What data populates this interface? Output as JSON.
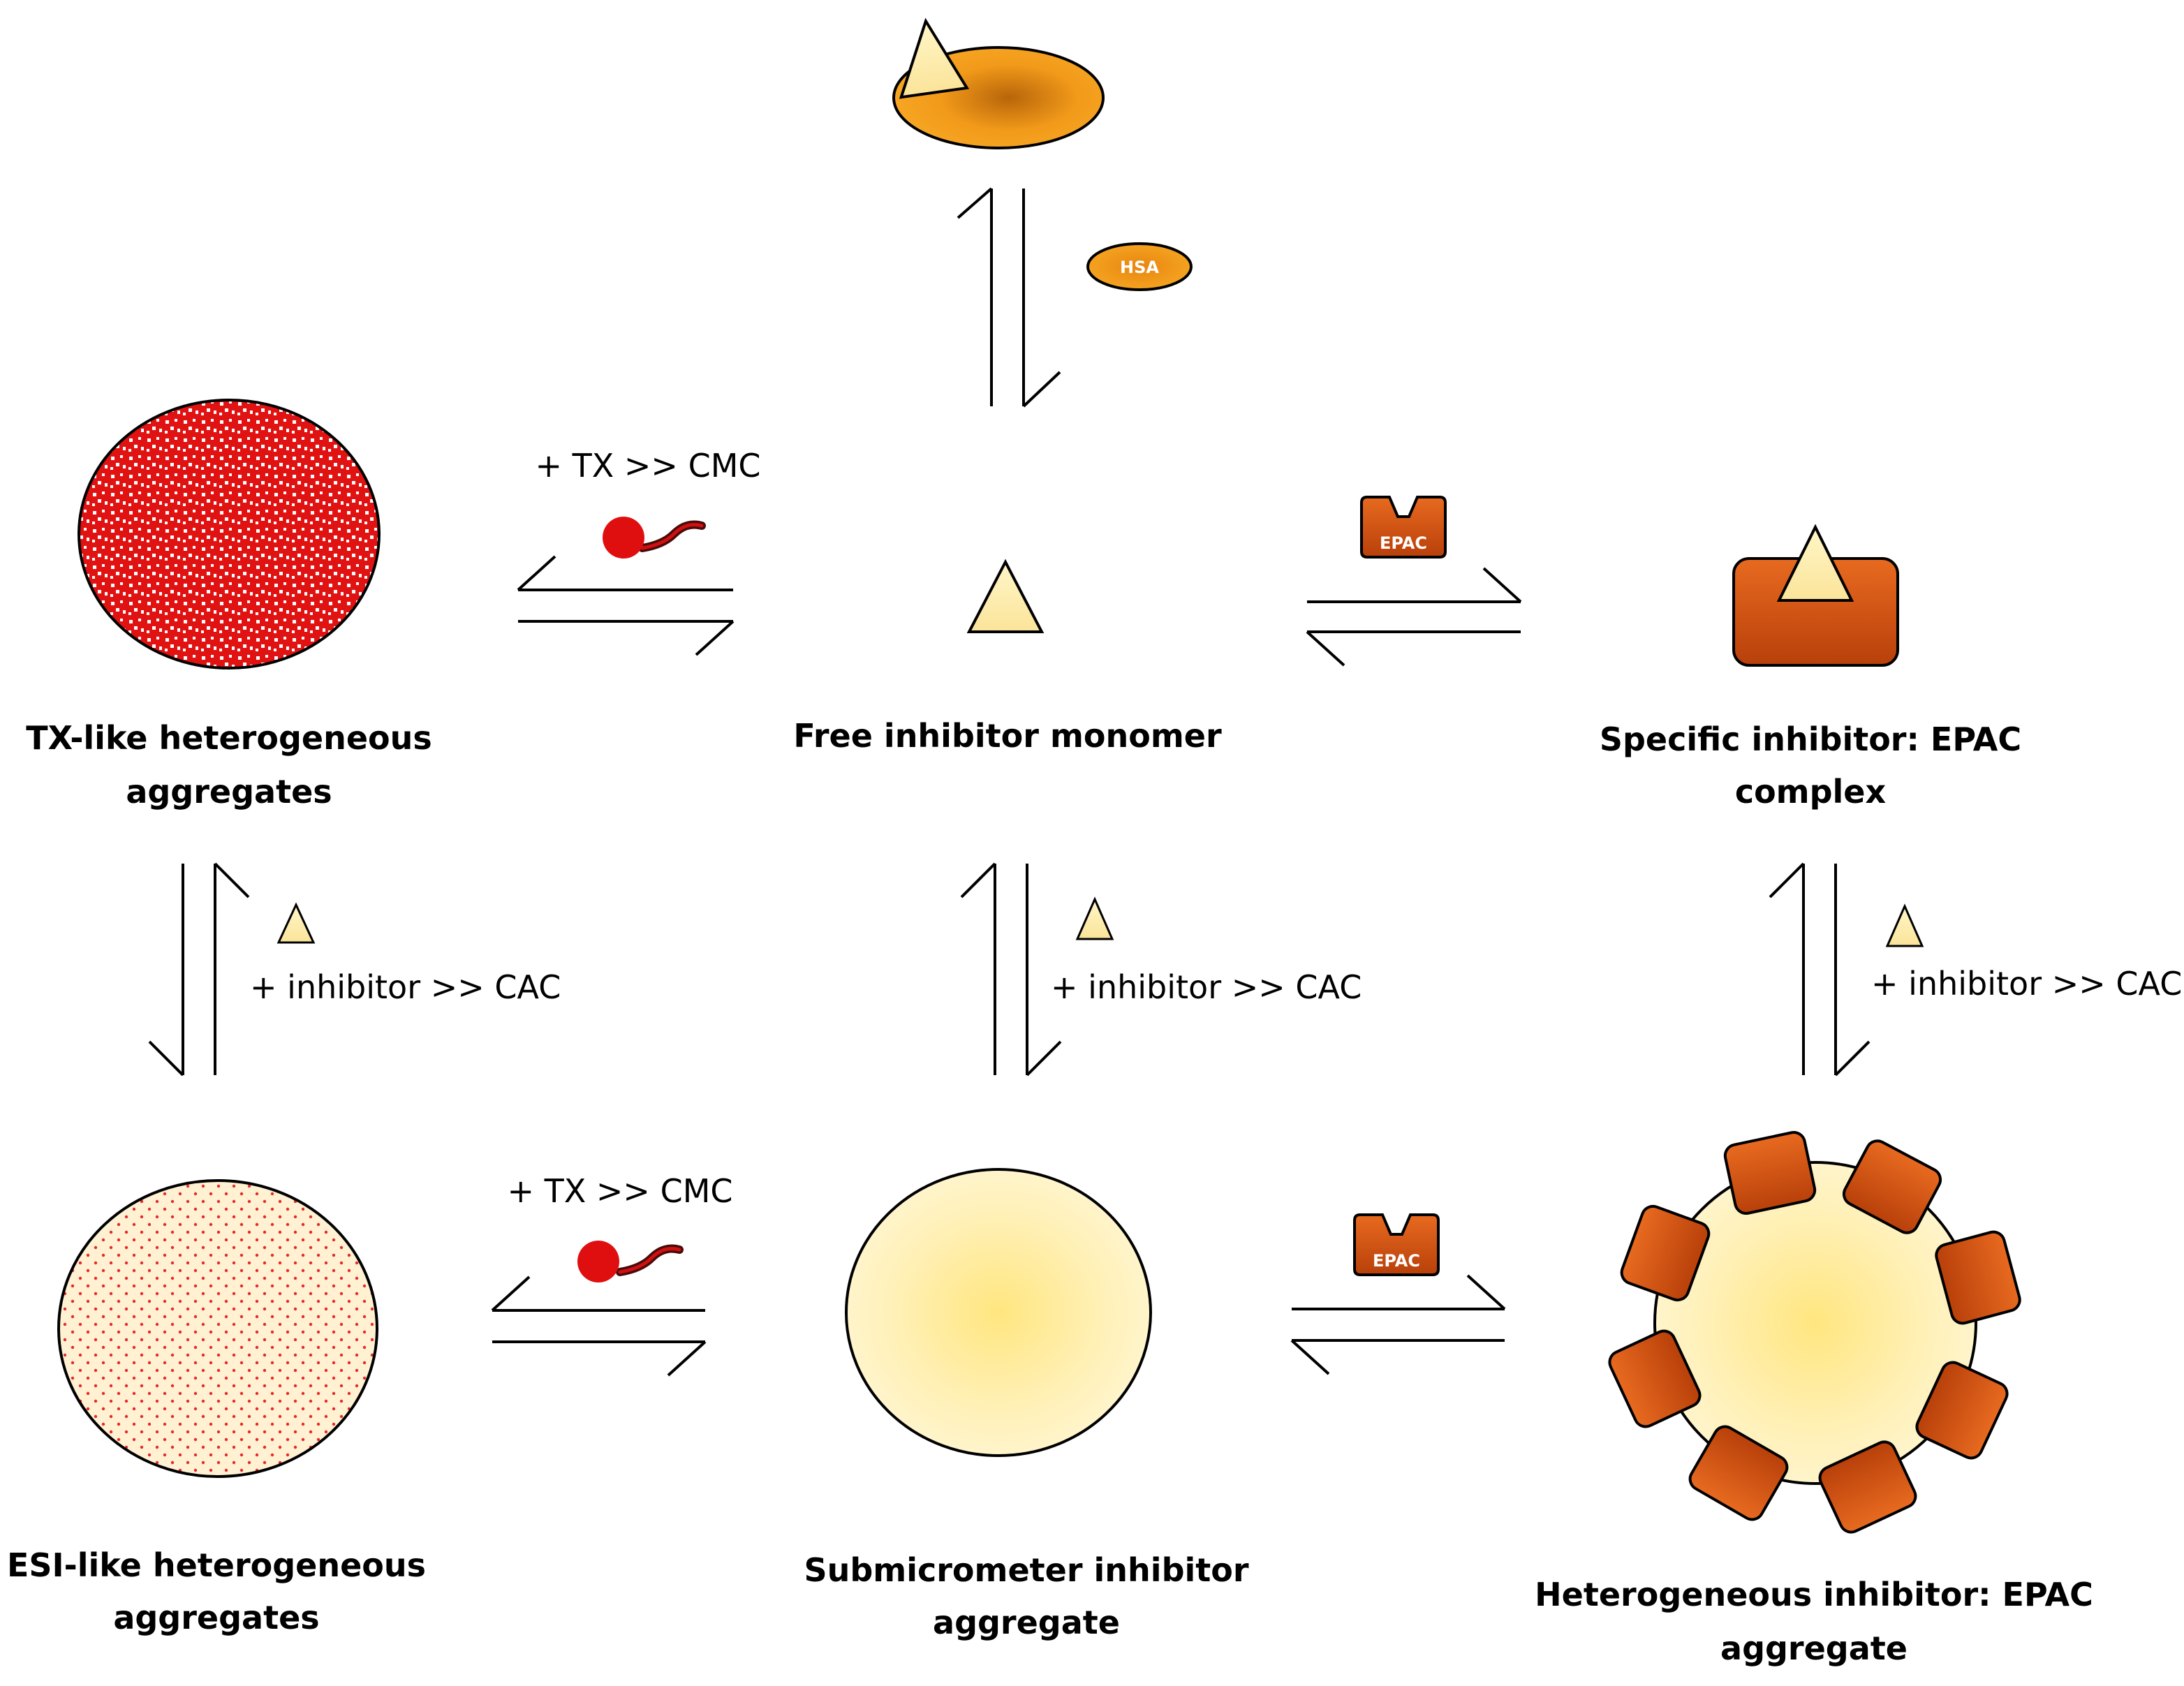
{
  "nodes": {
    "free_monomer": "Free inhibitor monomer",
    "tx_aggregates": [
      "TX-like heterogeneous",
      "aggregates"
    ],
    "specific_complex": [
      "Specific inhibitor: EPAC",
      "complex"
    ],
    "esi_aggregates": [
      "ESI-like heterogeneous",
      "aggregates"
    ],
    "submicrometer": [
      "Submicrometer inhibitor",
      "aggregate"
    ],
    "heterogeneous_epac": [
      "Heterogeneous inhibitor: EPAC",
      "aggregate"
    ]
  },
  "conditions": {
    "tx_top": "+ TX >> CMC",
    "tx_bottom": "+ TX >> CMC",
    "inhibitor_left": "+ inhibitor >> CAC",
    "inhibitor_center": "+ inhibitor >> CAC",
    "inhibitor_right": "+ inhibitor >> CAC"
  },
  "badges": {
    "hsa": "HSA",
    "epac_top": "EPAC",
    "epac_bottom": "EPAC"
  },
  "colors": {
    "hsa_orange": "#F5A21C",
    "epac_orange": "#D9500F",
    "inhibitor_yellow": "#FFF3B3",
    "tx_red": "#E01010",
    "aggregate_yellow": "#FFF1B8"
  }
}
